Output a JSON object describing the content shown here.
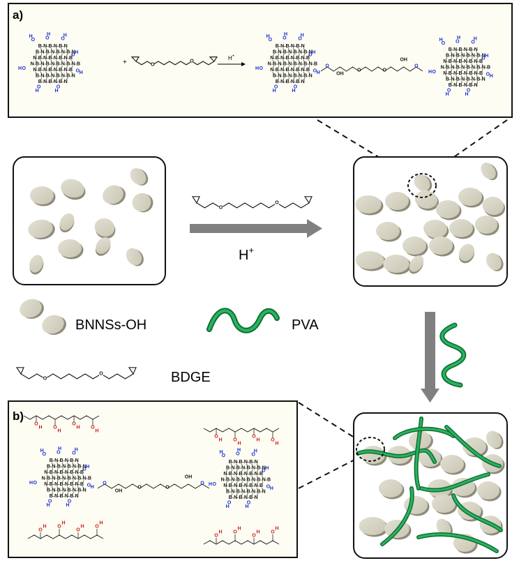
{
  "panels": {
    "a": {
      "label": "a)"
    },
    "b": {
      "label": "b)"
    }
  },
  "reaction": {
    "plus": "+",
    "catalyst": "H",
    "catalyst_sup": "+",
    "arrow_label": "H",
    "arrow_label_sup": "+"
  },
  "legend": {
    "bnns": "BNNSs-OH",
    "pva": "PVA",
    "bdge": "BDGE"
  },
  "atoms": {
    "boron": "B",
    "nitrogen": "N",
    "oxygen": "O",
    "hydrogen": "H",
    "hydroxyl": "OH"
  },
  "colors": {
    "panel_bg": "#fdfdf3",
    "disk_face": "#d5d2c1",
    "disk_edge": "#8f8b79",
    "arrow": "#808080",
    "pva_green": "#1f9a4e",
    "oxygen_blue": "#1a2fd0",
    "oxygen_red": "#d01818"
  }
}
